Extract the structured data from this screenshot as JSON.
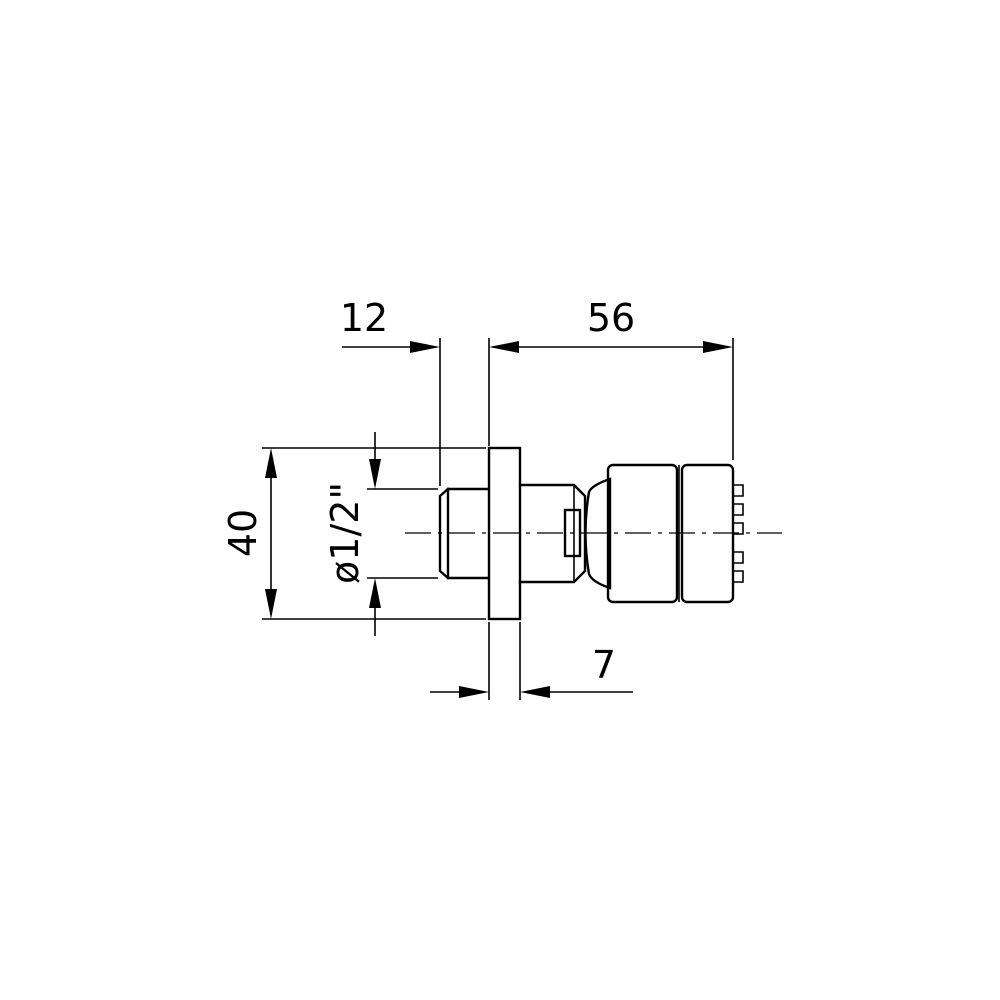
{
  "drawing": {
    "dimensions": {
      "thread_length": "12",
      "overall_length": "56",
      "flange_diameter": "40",
      "thread_size": "ø1/2\"",
      "flange_thickness": "7"
    }
  }
}
